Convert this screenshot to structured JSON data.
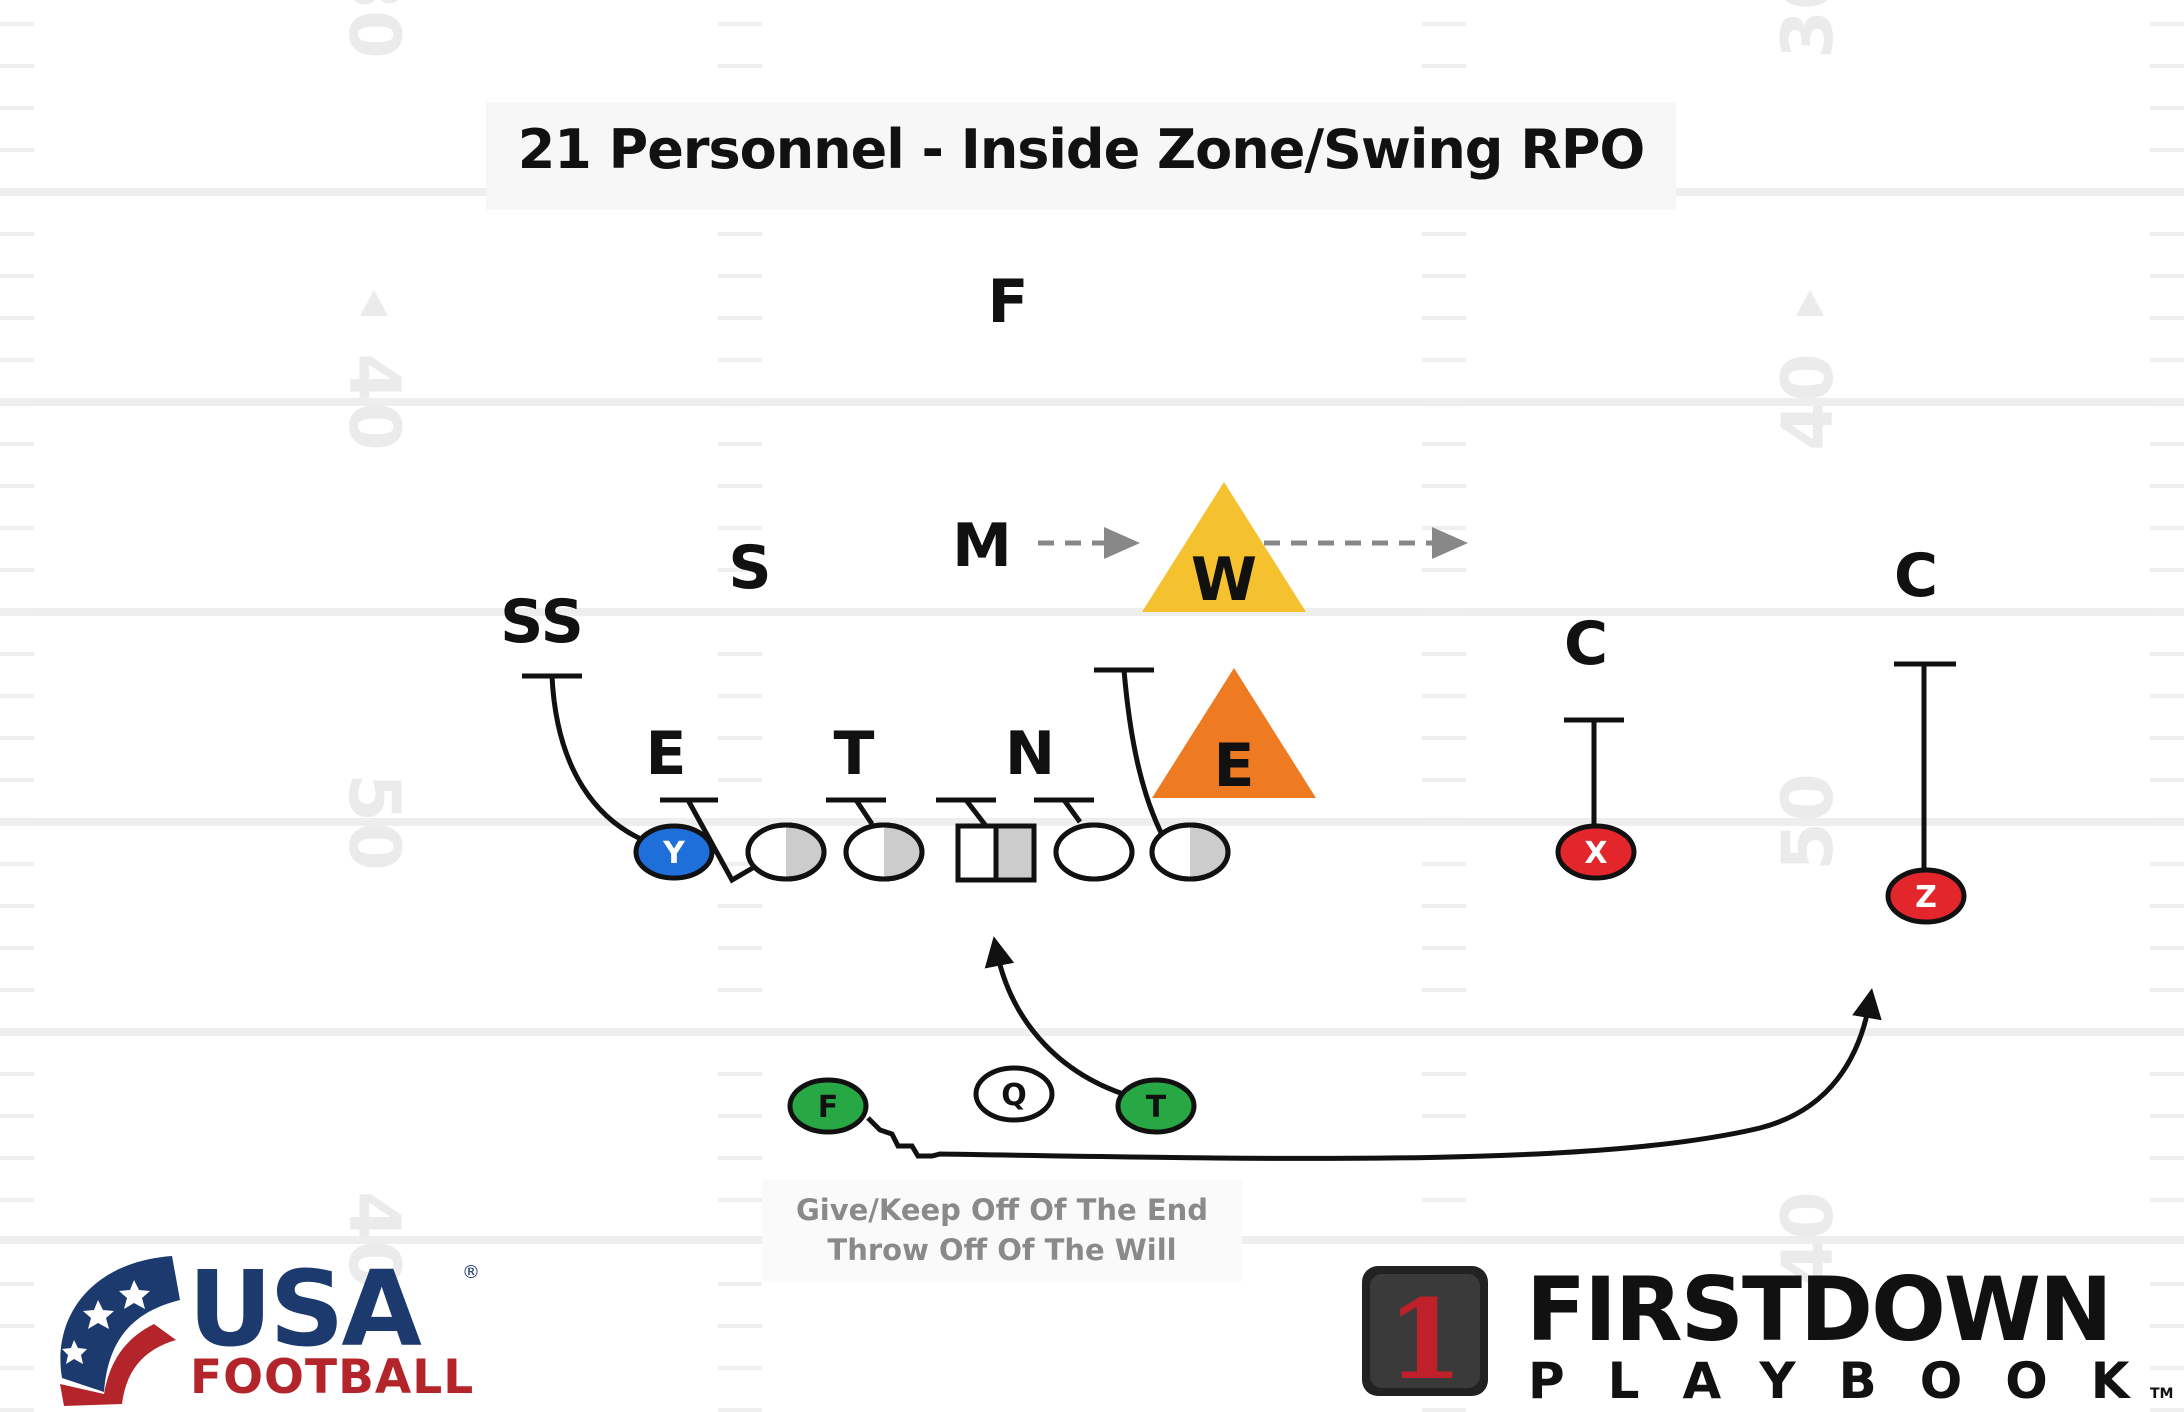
{
  "title": "21 Personnel - Inside Zone/Swing RPO",
  "note_lines": [
    "Give/Keep Off Of The End",
    "Throw Off Of The Will"
  ],
  "defense": {
    "F": "F",
    "S": "S",
    "M": "M",
    "W": "W",
    "SS": "SS",
    "E_left": "E",
    "T": "T",
    "N": "N",
    "E_right": "E",
    "C_inside": "C",
    "C_outside": "C"
  },
  "offense": {
    "Y": "Y",
    "X": "X",
    "Z": "Z",
    "F": "F",
    "Q": "Q",
    "T": "T"
  },
  "yard_numbers": {
    "left": [
      "30",
      "40",
      "50",
      "40"
    ],
    "right": [
      "30",
      "40",
      "50",
      "40"
    ]
  },
  "logos": {
    "usa_main": "USA",
    "usa_sub": "FOOTBALL",
    "usa_reg": "®",
    "fd_badge": "1",
    "fd_main": "FIRSTDOWN",
    "fd_sub": "PLAYBOOK",
    "fd_tm": "TM"
  },
  "colors": {
    "blue": "#1e6fd9",
    "red": "#e3262b",
    "green": "#27a844",
    "yellow": "#f5c12e",
    "orange": "#ee7a22",
    "field_line": "#efefef",
    "yard_num": "#eaeaea"
  }
}
